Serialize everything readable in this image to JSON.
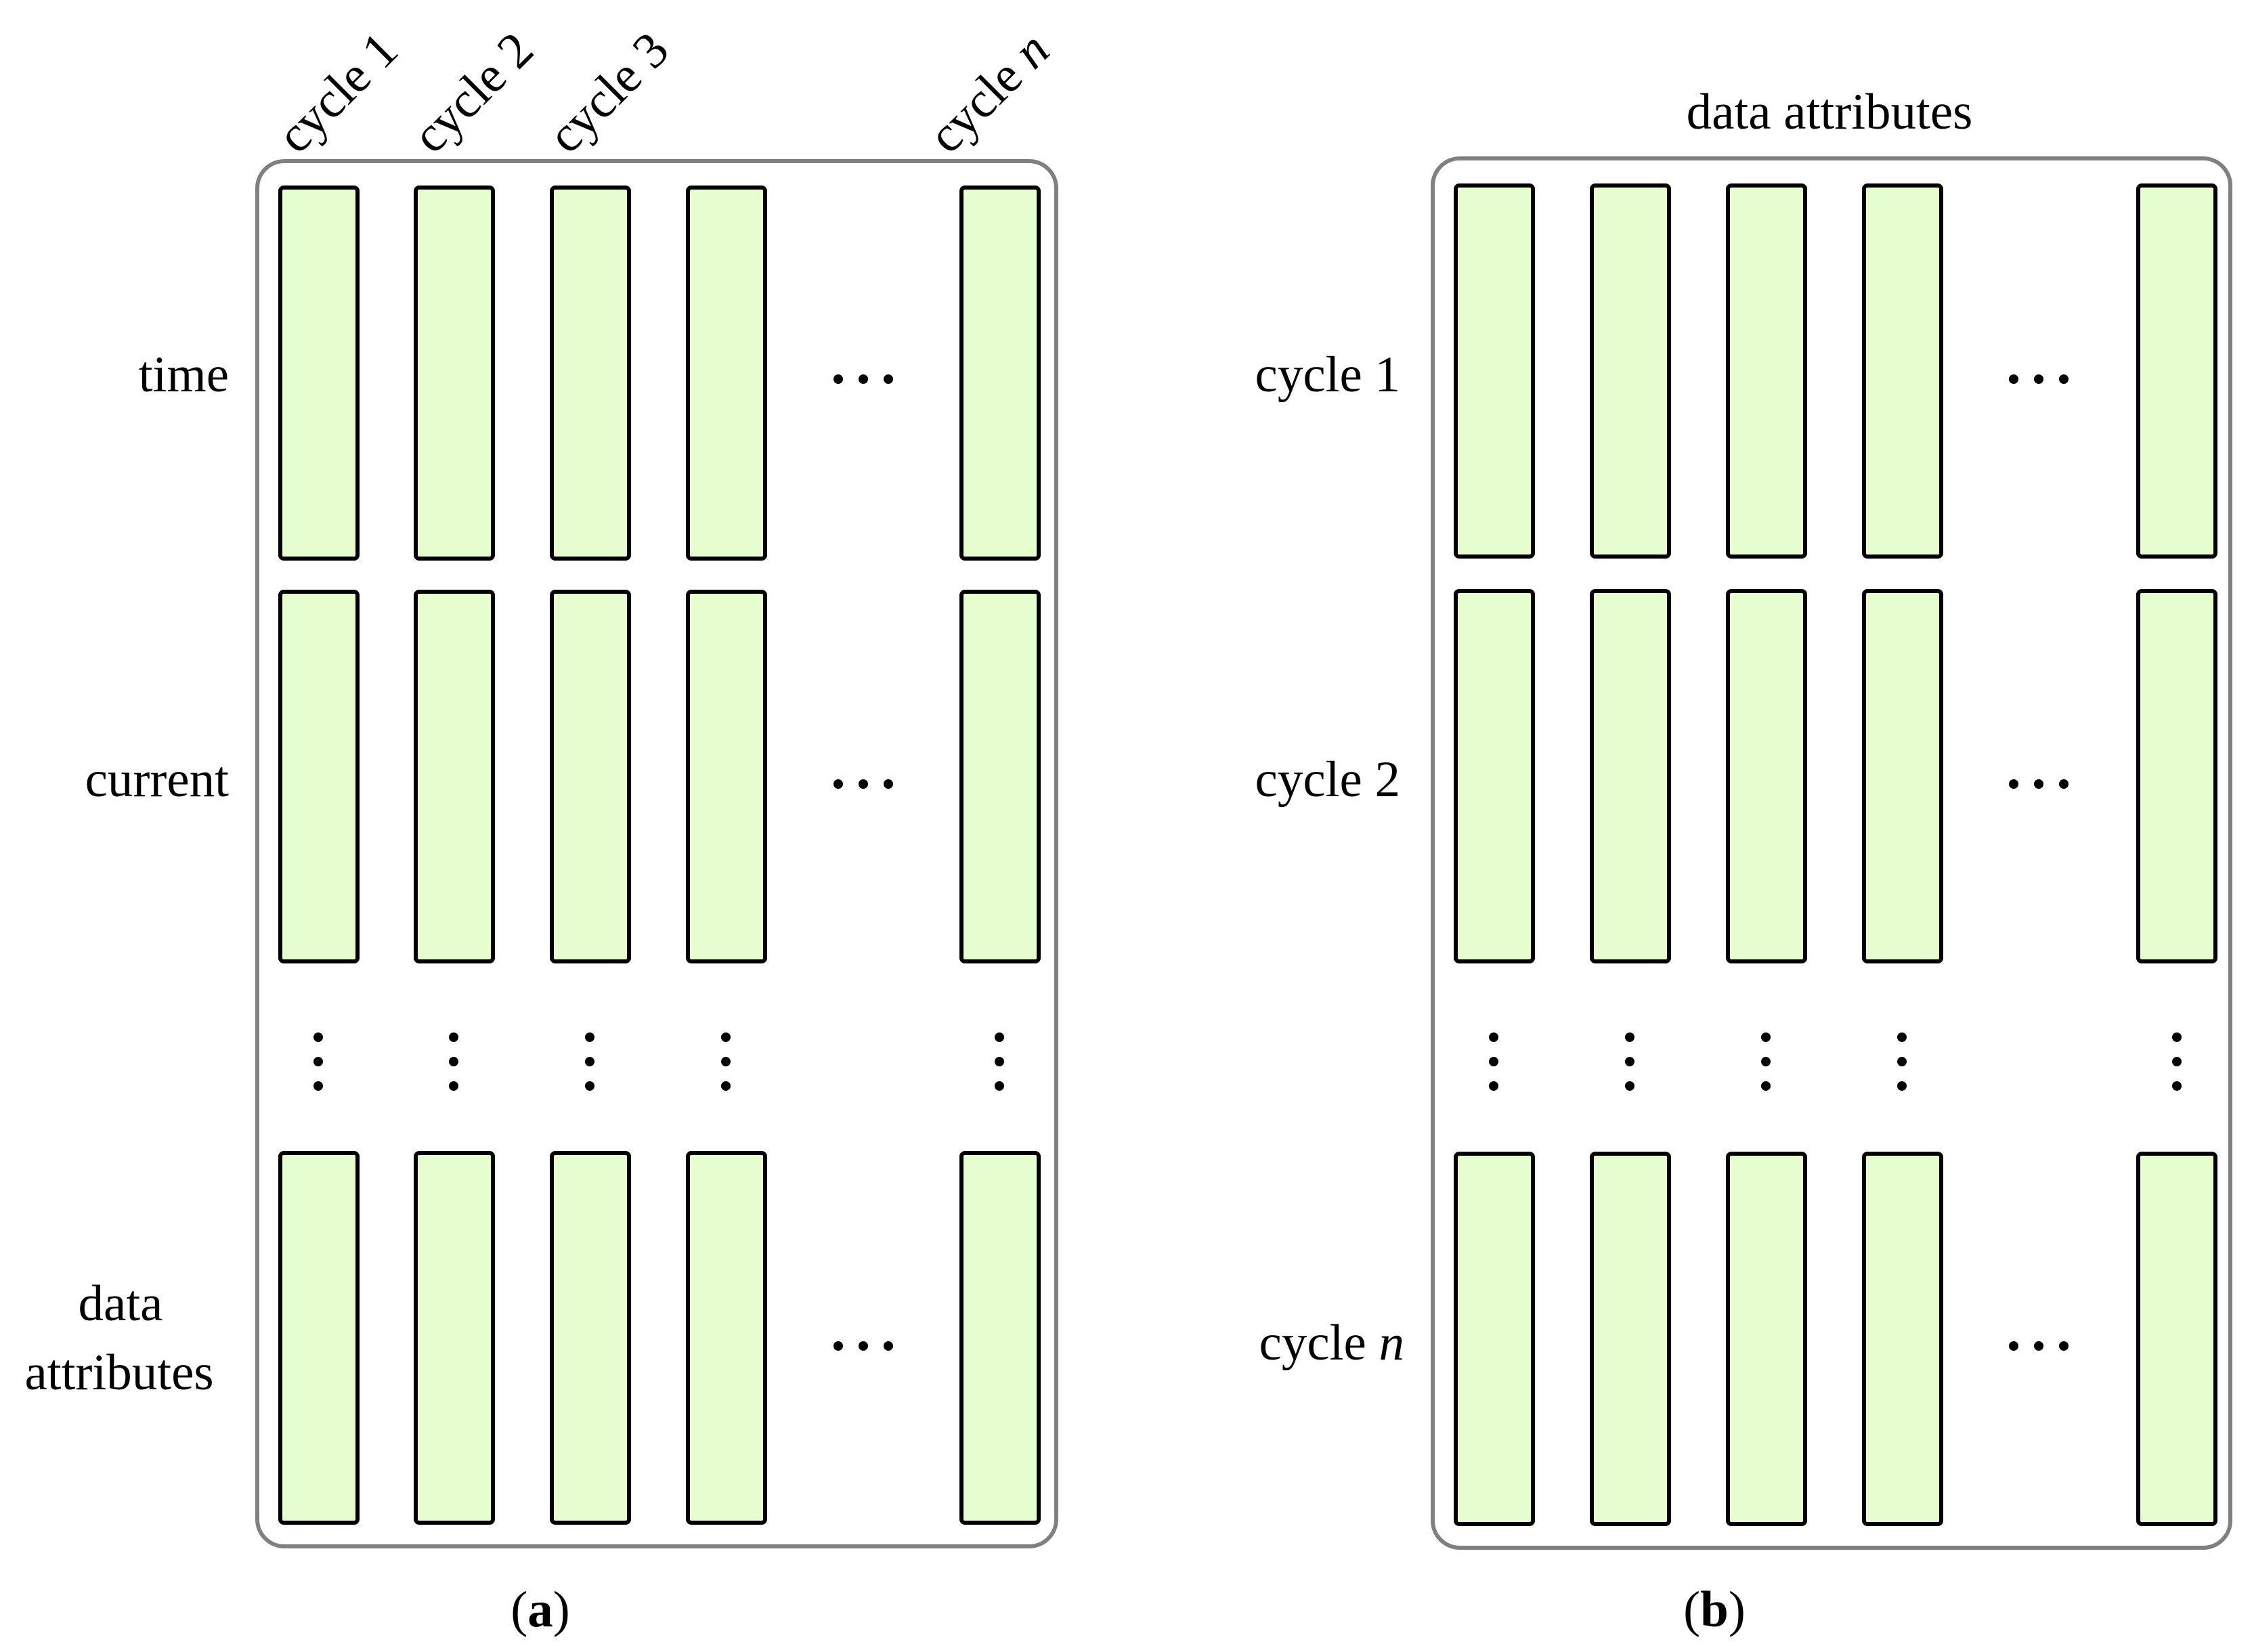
{
  "colors": {
    "bar_fill": "#e6fdcf",
    "bar_stroke": "#000000",
    "frame_stroke": "#808080",
    "text": "#000000"
  },
  "panel_a": {
    "column_labels": [
      {
        "prefix": "cycle ",
        "suffix": "1",
        "suffix_italic": false
      },
      {
        "prefix": "cycle ",
        "suffix": "2",
        "suffix_italic": false
      },
      {
        "prefix": "cycle ",
        "suffix": "3",
        "suffix_italic": false
      },
      {
        "prefix": "cycle ",
        "suffix": "n",
        "suffix_italic": true
      }
    ],
    "row_labels": {
      "time": "time",
      "current": "current",
      "data_line1": "data",
      "data_line2": "attributes"
    },
    "ellipsis": "…",
    "caption": {
      "open": "(",
      "letter": "a",
      "close": ")"
    }
  },
  "panel_b": {
    "top_label": "data attributes",
    "row_labels": [
      {
        "prefix": "cycle ",
        "suffix": "1",
        "suffix_italic": false
      },
      {
        "prefix": "cycle ",
        "suffix": "2",
        "suffix_italic": false
      },
      {
        "prefix": "cycle ",
        "suffix": "n",
        "suffix_italic": true
      }
    ],
    "ellipsis": "…",
    "caption": {
      "open": "(",
      "letter": "b",
      "close": ")"
    }
  }
}
